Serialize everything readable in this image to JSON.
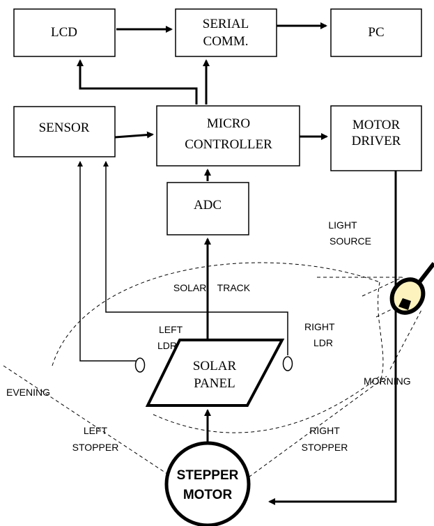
{
  "blocks": {
    "lcd": "LCD",
    "serial_line1": "SERIAL",
    "serial_line2": "COMM.",
    "pc": "PC",
    "sensor": "SENSOR",
    "micro_line1": "MICRO",
    "micro_line2": "CONTROLLER",
    "motor_driver_line1": "MOTOR",
    "motor_driver_line2": "DRIVER",
    "adc": "ADC",
    "solar_panel_line1": "SOLAR",
    "solar_panel_line2": "PANEL",
    "stepper_line1": "STEPPER",
    "stepper_line2": "MOTOR"
  },
  "labels": {
    "light_source_line1": "LIGHT",
    "light_source_line2": "SOURCE",
    "solar_track": "SOLAR    TRACK",
    "left_ldr_line1": "LEFT",
    "left_ldr_line2": "LDR",
    "right_ldr_line1": "RIGHT",
    "right_ldr_line2": "LDR",
    "evening": "EVENING",
    "morning": "MORNING",
    "left_stopper_line1": "LEFT",
    "left_stopper_line2": "STOPPER",
    "right_stopper_line1": "RIGHT",
    "right_stopper_line2": "STOPPER"
  },
  "colors": {
    "lamp_glow": "#fdf3bf",
    "ink": "#000000"
  }
}
